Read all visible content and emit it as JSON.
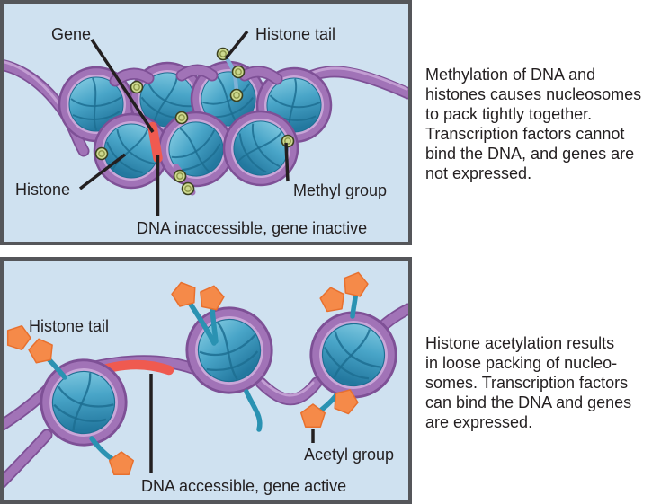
{
  "colors": {
    "panel_bg": "#cfe1f0",
    "panel_border": "#55565a",
    "dna_purple": "#a173b7",
    "dna_purple_dark": "#7e5096",
    "dna_purple_light": "#c9a6d8",
    "histone_blue_light": "#8ed2e6",
    "histone_blue": "#49a5c8",
    "histone_blue_deep": "#23789f",
    "histone_blue_dark": "#1d6e92",
    "gene_red": "#ef5a50",
    "methyl_green": "#ccd88e",
    "methyl_outline": "#3a401f",
    "methyl_inner": "#8a9448",
    "acetyl_orange": "#f58a49",
    "acetyl_orange_dark": "#e8702e",
    "tail_teal": "#2a92b2",
    "tail_blue": "#7fb2d8",
    "label_text": "#231f20"
  },
  "top_panel": {
    "labels": {
      "gene": "Gene",
      "histone_tail": "Histone tail",
      "histone": "Histone",
      "methyl_group": "Methyl group",
      "status": "DNA inaccessible, gene inactive"
    },
    "caption_lines": [
      "Methylation of DNA and",
      "histones causes nucleosomes",
      "to pack tightly together.",
      "Transcription factors cannot",
      "bind the DNA, and genes are",
      "not expressed."
    ]
  },
  "bottom_panel": {
    "labels": {
      "histone_tail": "Histone tail",
      "acetyl_group": "Acetyl group",
      "status": "DNA accessible, gene active"
    },
    "caption_lines": [
      "Histone acetylation results",
      "in loose packing of nucleo-",
      "somes. Transcription factors",
      "can bind the DNA and genes",
      "are expressed."
    ]
  }
}
